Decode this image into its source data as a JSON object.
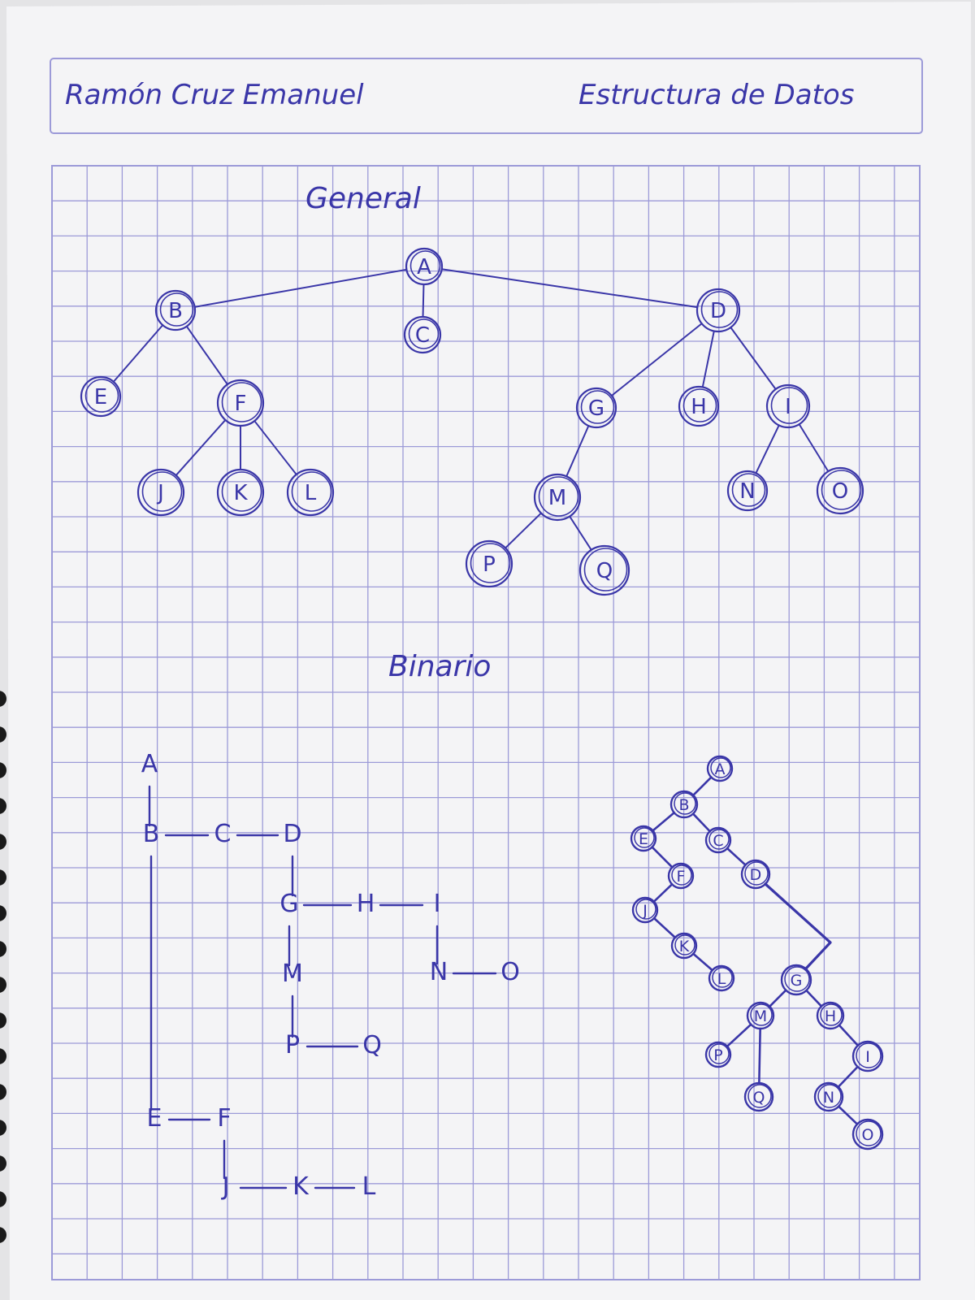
{
  "header": {
    "name": "Ramón Cruz Emanuel",
    "subject": "Estructura de Datos"
  },
  "general": {
    "title": "General",
    "nodes": [
      {
        "id": "A",
        "label": "A"
      },
      {
        "id": "B",
        "label": "B"
      },
      {
        "id": "C",
        "label": "C"
      },
      {
        "id": "D",
        "label": "D"
      },
      {
        "id": "E",
        "label": "E"
      },
      {
        "id": "F",
        "label": "F"
      },
      {
        "id": "G",
        "label": "G"
      },
      {
        "id": "H",
        "label": "H"
      },
      {
        "id": "I",
        "label": "I"
      },
      {
        "id": "J",
        "label": "J"
      },
      {
        "id": "K",
        "label": "K"
      },
      {
        "id": "L",
        "label": "L"
      },
      {
        "id": "M",
        "label": "M"
      },
      {
        "id": "N",
        "label": "N"
      },
      {
        "id": "O",
        "label": "O"
      },
      {
        "id": "P",
        "label": "P"
      },
      {
        "id": "Q",
        "label": "Q"
      }
    ],
    "edges": [
      [
        "A",
        "B"
      ],
      [
        "A",
        "C"
      ],
      [
        "A",
        "D"
      ],
      [
        "B",
        "E"
      ],
      [
        "B",
        "F"
      ],
      [
        "F",
        "J"
      ],
      [
        "F",
        "K"
      ],
      [
        "F",
        "L"
      ],
      [
        "D",
        "G"
      ],
      [
        "D",
        "H"
      ],
      [
        "D",
        "I"
      ],
      [
        "G",
        "M"
      ],
      [
        "M",
        "P"
      ],
      [
        "M",
        "Q"
      ],
      [
        "I",
        "N"
      ],
      [
        "I",
        "O"
      ]
    ]
  },
  "binario": {
    "title": "Binario",
    "grid_nodes": [
      {
        "id": "A",
        "label": "A"
      },
      {
        "id": "B",
        "label": "B"
      },
      {
        "id": "C",
        "label": "C"
      },
      {
        "id": "D",
        "label": "D"
      },
      {
        "id": "G",
        "label": "G"
      },
      {
        "id": "H",
        "label": "H"
      },
      {
        "id": "I",
        "label": "I"
      },
      {
        "id": "M",
        "label": "M"
      },
      {
        "id": "N",
        "label": "N"
      },
      {
        "id": "O",
        "label": "O"
      },
      {
        "id": "P",
        "label": "P"
      },
      {
        "id": "Q",
        "label": "Q"
      },
      {
        "id": "E",
        "label": "E"
      },
      {
        "id": "F",
        "label": "F"
      },
      {
        "id": "J",
        "label": "J"
      },
      {
        "id": "K",
        "label": "K"
      },
      {
        "id": "L",
        "label": "L"
      }
    ],
    "grid_links": [
      [
        "A",
        "B"
      ],
      [
        "B",
        "C"
      ],
      [
        "C",
        "D"
      ],
      [
        "D",
        "G"
      ],
      [
        "G",
        "H"
      ],
      [
        "H",
        "I"
      ],
      [
        "G",
        "M"
      ],
      [
        "I",
        "N"
      ],
      [
        "N",
        "O"
      ],
      [
        "M",
        "P"
      ],
      [
        "P",
        "Q"
      ],
      [
        "B",
        "E"
      ],
      [
        "E",
        "F"
      ],
      [
        "F",
        "J"
      ],
      [
        "J",
        "K"
      ],
      [
        "K",
        "L"
      ]
    ],
    "tree_nodes": [
      {
        "id": "A",
        "label": "A"
      },
      {
        "id": "B",
        "label": "B"
      },
      {
        "id": "C",
        "label": "C"
      },
      {
        "id": "D",
        "label": "D"
      },
      {
        "id": "E",
        "label": "E"
      },
      {
        "id": "F",
        "label": "F"
      },
      {
        "id": "J",
        "label": "J"
      },
      {
        "id": "K",
        "label": "K"
      },
      {
        "id": "L",
        "label": "L"
      },
      {
        "id": "G",
        "label": "G"
      },
      {
        "id": "H",
        "label": "H"
      },
      {
        "id": "I",
        "label": "I"
      },
      {
        "id": "M",
        "label": "M"
      },
      {
        "id": "P",
        "label": "P"
      },
      {
        "id": "Q",
        "label": "Q"
      },
      {
        "id": "N",
        "label": "N"
      },
      {
        "id": "O",
        "label": "O"
      }
    ],
    "tree_edges": [
      [
        "A",
        "B"
      ],
      [
        "B",
        "E"
      ],
      [
        "B",
        "C"
      ],
      [
        "C",
        "D"
      ],
      [
        "E",
        "F"
      ],
      [
        "F",
        "J"
      ],
      [
        "J",
        "K"
      ],
      [
        "K",
        "L"
      ],
      [
        "D",
        "G"
      ],
      [
        "G",
        "M"
      ],
      [
        "G",
        "H"
      ],
      [
        "H",
        "I"
      ],
      [
        "M",
        "P"
      ],
      [
        "M",
        "Q"
      ],
      [
        "I",
        "N"
      ],
      [
        "N",
        "O"
      ]
    ]
  },
  "colors": {
    "ink": "#3a36a8",
    "grid": "#9c9ad8",
    "paper": "#f4f4f6",
    "background": "#e4e4e6"
  }
}
